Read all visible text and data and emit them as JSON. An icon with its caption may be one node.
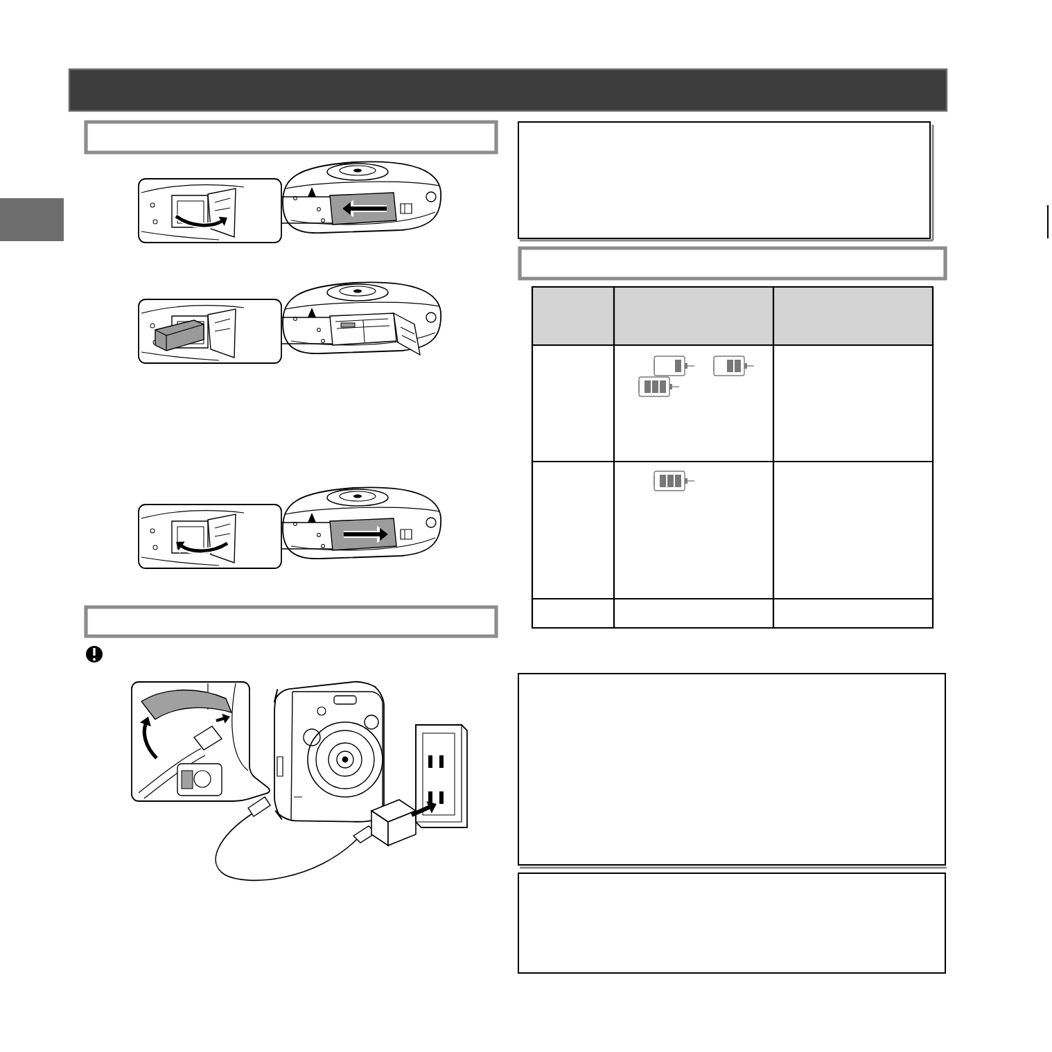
{
  "diagram": {
    "nodes": [
      {
        "text": [],
        "shape": "bar"
      },
      {
        "text": [],
        "shape": "box"
      },
      {
        "text": [],
        "shape": "box"
      },
      {
        "text": [],
        "shape": "box"
      },
      {
        "text": [],
        "shape": "box"
      },
      {
        "text": [],
        "shape": "box"
      },
      {
        "text": [],
        "shape": "box"
      },
      {
        "text": [],
        "shape": "box"
      },
      {
        "text": [],
        "shape": "box"
      },
      {
        "text": [],
        "shape": "box"
      },
      {
        "text": [],
        "shape": "box"
      },
      {
        "text": [],
        "shape": "box"
      },
      {
        "text": [],
        "shape": "box"
      },
      {
        "text": [],
        "shape": "box"
      },
      {
        "text": [],
        "shape": "box"
      },
      {
        "text": [],
        "shape": "box"
      },
      {
        "text": [],
        "shape": "box"
      },
      {
        "text": [],
        "shape": "box"
      },
      {
        "text": [],
        "shape": "box"
      }
    ]
  }
}
